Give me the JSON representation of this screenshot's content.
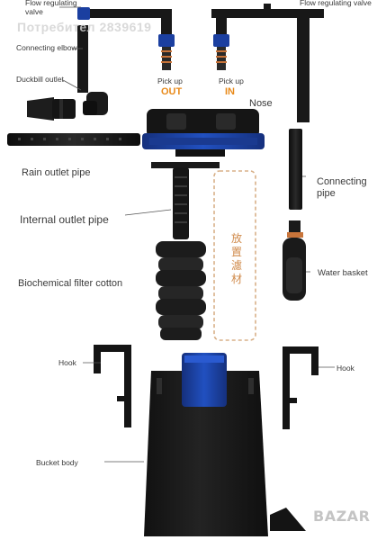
{
  "labels": {
    "flow_valve_left": "Flow regulating\nvalve",
    "flow_valve_right": "Flow regulating valve",
    "connecting_elbow": "Connecting elbow",
    "duckbill_outlet": "Duckbill outlet",
    "rain_outlet_pipe": "Rain outlet pipe",
    "internal_outlet_pipe": "Internal outlet pipe",
    "biochemical_filter_cotton": "Biochemical filter cotton",
    "hook_left": "Hook",
    "hook_right": "Hook",
    "bucket_body": "Bucket body",
    "pickup_out": "Pick up",
    "pickup_in": "Pick up",
    "out": "OUT",
    "in": "IN",
    "nose": "Nose",
    "connecting_pipe": "Connecting\npipe",
    "water_basket": "Water basket",
    "filter_media_cn": "放置濾材"
  },
  "watermarks": {
    "seller": "Потребител 2839619",
    "site": "BAZAR"
  },
  "colors": {
    "blue": "#1b3fa0",
    "black": "#141414",
    "accent_orange": "#e88a1a",
    "dashed_box": "#d8b088"
  }
}
